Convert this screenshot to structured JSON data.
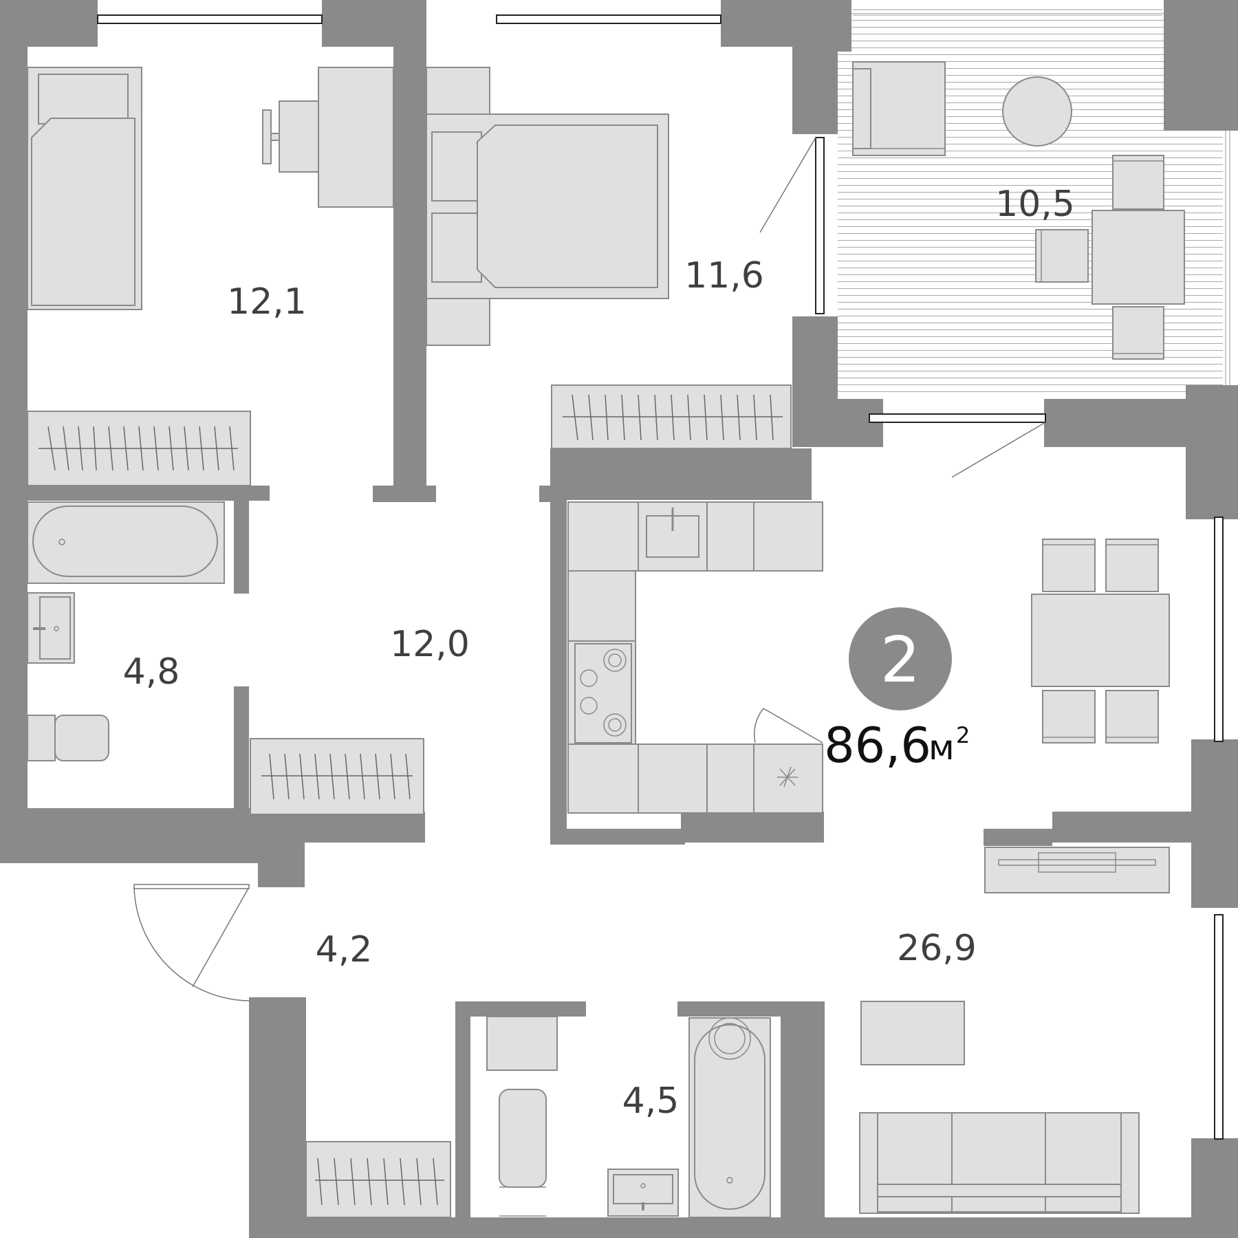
{
  "plan": {
    "rooms": [
      {
        "id": "bedroom-1",
        "area": "12,1"
      },
      {
        "id": "bedroom-2",
        "area": "11,6"
      },
      {
        "id": "balcony",
        "area": "10,5"
      },
      {
        "id": "hallway",
        "area": "12,0"
      },
      {
        "id": "bathroom-1",
        "area": "4,8"
      },
      {
        "id": "entrance-hall",
        "area": "4,2"
      },
      {
        "id": "bathroom-2",
        "area": "4,5"
      },
      {
        "id": "kitchen-living",
        "area": "26,9"
      }
    ],
    "room_count": "2",
    "total_area": "86,6",
    "unit": "м",
    "unit_power": "2"
  },
  "colors": {
    "wall": "#8a8a8a",
    "furniture_fill": "#e0e0e0",
    "furniture_stroke": "#8a8a8a",
    "badge": "#8a8a8a",
    "label_text": "#3f3f3f"
  }
}
